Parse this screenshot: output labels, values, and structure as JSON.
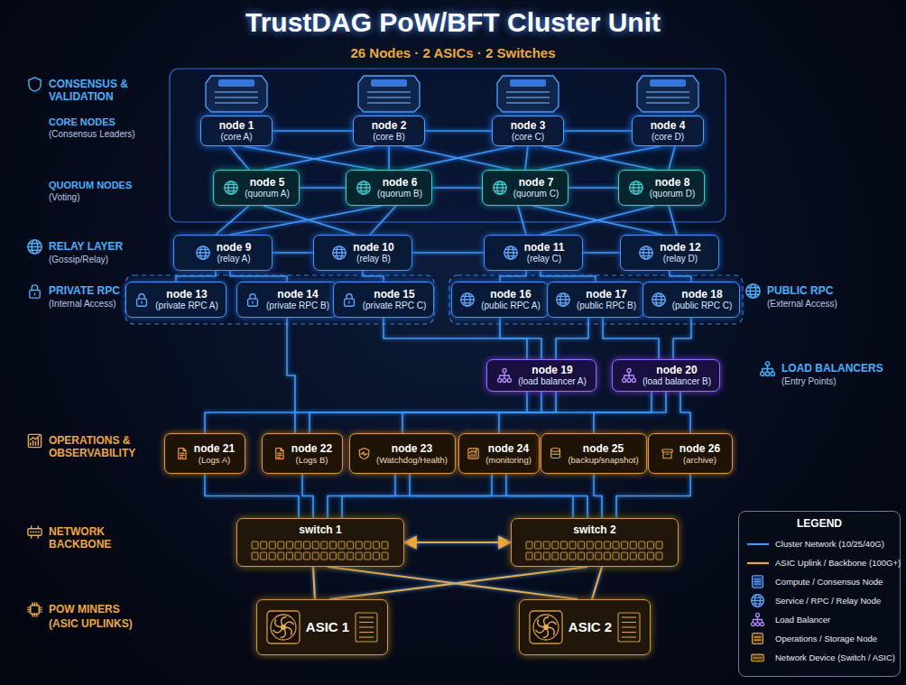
{
  "diagram": {
    "title": "TrustDAG PoW/BFT Cluster Unit",
    "nodes": [
      {
        "text": [
          "node 1",
          "(core A)"
        ]
      },
      {
        "text": [
          "node 2",
          "(core B)"
        ]
      },
      {
        "text": [
          "node 3",
          "(core C)"
        ]
      },
      {
        "text": [
          "node 4",
          "(core D)"
        ]
      },
      {
        "text": [
          "node 5",
          "(quorum A)"
        ]
      },
      {
        "text": [
          "node 6",
          "(quorum B)"
        ]
      },
      {
        "text": [
          "node 7",
          "(quorum C)"
        ]
      },
      {
        "text": [
          "node 8",
          "(quorum D)"
        ]
      },
      {
        "text": [
          "node 9",
          "(relay A)"
        ]
      },
      {
        "text": [
          "node 10",
          "(relay B)"
        ]
      },
      {
        "text": [
          "node 11",
          "(relay C)"
        ]
      },
      {
        "text": [
          "node 12",
          "(relay D)"
        ]
      },
      {
        "text": [
          "node 13",
          "(private RPC A)"
        ]
      },
      {
        "text": [
          "node 14",
          "(private RPC B)"
        ]
      },
      {
        "text": [
          "node 15",
          "(private RPC C)"
        ]
      },
      {
        "text": [
          "node 16",
          "(public RPC A)"
        ]
      },
      {
        "text": [
          "node 17",
          "(public RPC B)"
        ]
      },
      {
        "text": [
          "node 18",
          "(public RPC C)"
        ]
      },
      {
        "text": [
          "node 19",
          "(load balancer A)"
        ]
      },
      {
        "text": [
          "node 20",
          "(load balancer B)"
        ]
      },
      {
        "text": [
          "node 21",
          "(Logs A)"
        ]
      },
      {
        "text": [
          "node 22",
          "(Logs B)"
        ]
      },
      {
        "text": [
          "node 23",
          "(Watchdog/Health)"
        ]
      },
      {
        "text": [
          "node 24",
          "(monitoring)"
        ]
      },
      {
        "text": [
          "node 25",
          "(backup/snapshot)"
        ]
      },
      {
        "text": [
          "node 26",
          "(archive)"
        ]
      },
      {
        "text": [
          "switch 1"
        ]
      },
      {
        "text": [
          "switch 2"
        ]
      },
      {
        "text": [
          "ASIC 1"
        ]
      },
      {
        "text": [
          "ASIC 2"
        ]
      }
    ],
    "edges": [
      {
        "from": 0,
        "to": 1,
        "arrow": "none"
      },
      {
        "from": 1,
        "to": 2,
        "arrow": "none"
      },
      {
        "from": 2,
        "to": 3,
        "arrow": "none"
      },
      {
        "from": 0,
        "to": 4,
        "arrow": "none"
      },
      {
        "from": 0,
        "to": 5,
        "arrow": "none"
      },
      {
        "from": 1,
        "to": 4,
        "arrow": "none"
      },
      {
        "from": 1,
        "to": 5,
        "arrow": "none"
      },
      {
        "from": 1,
        "to": 6,
        "arrow": "none"
      },
      {
        "from": 2,
        "to": 5,
        "arrow": "none"
      },
      {
        "from": 2,
        "to": 6,
        "arrow": "none"
      },
      {
        "from": 2,
        "to": 7,
        "arrow": "none"
      },
      {
        "from": 3,
        "to": 6,
        "arrow": "none"
      },
      {
        "from": 3,
        "to": 7,
        "arrow": "none"
      },
      {
        "from": 4,
        "to": 5,
        "arrow": "none"
      },
      {
        "from": 5,
        "to": 6,
        "arrow": "none"
      },
      {
        "from": 6,
        "to": 7,
        "arrow": "none"
      },
      {
        "from": 4,
        "to": 8,
        "arrow": "none"
      },
      {
        "from": 4,
        "to": 9,
        "arrow": "none"
      },
      {
        "from": 5,
        "to": 8,
        "arrow": "none"
      },
      {
        "from": 5,
        "to": 9,
        "arrow": "none"
      },
      {
        "from": 6,
        "to": 10,
        "arrow": "none"
      },
      {
        "from": 6,
        "to": 11,
        "arrow": "none"
      },
      {
        "from": 7,
        "to": 10,
        "arrow": "none"
      },
      {
        "from": 7,
        "to": 11,
        "arrow": "none"
      },
      {
        "from": 8,
        "to": 9,
        "arrow": "none"
      },
      {
        "from": 9,
        "to": 10,
        "arrow": "none"
      },
      {
        "from": 10,
        "to": 11,
        "arrow": "none"
      },
      {
        "from": 8,
        "to": 12,
        "arrow": "none"
      },
      {
        "from": 8,
        "to": 13,
        "arrow": "none"
      },
      {
        "from": 9,
        "to": 14,
        "arrow": "none"
      },
      {
        "from": 10,
        "to": 15,
        "arrow": "none"
      },
      {
        "from": 10,
        "to": 16,
        "arrow": "none"
      },
      {
        "from": 11,
        "to": 17,
        "arrow": "none"
      },
      {
        "from": 15,
        "to": 18,
        "arrow": "none"
      },
      {
        "from": 16,
        "to": 18,
        "arrow": "none"
      },
      {
        "from": 16,
        "to": 19,
        "arrow": "none"
      },
      {
        "from": 17,
        "to": 19,
        "arrow": "none"
      },
      {
        "from": 14,
        "to": 18,
        "arrow": "none"
      },
      {
        "from": 18,
        "to": 20,
        "arrow": "none"
      },
      {
        "from": 18,
        "to": 21,
        "arrow": "none"
      },
      {
        "from": 18,
        "to": 22,
        "arrow": "none"
      },
      {
        "from": 19,
        "to": 23,
        "arrow": "none"
      },
      {
        "from": 19,
        "to": 24,
        "arrow": "none"
      },
      {
        "from": 19,
        "to": 25,
        "arrow": "none"
      },
      {
        "from": 13,
        "to": 21,
        "arrow": "none"
      },
      {
        "from": 20,
        "to": 26,
        "arrow": "none"
      },
      {
        "from": 21,
        "to": 26,
        "arrow": "none"
      },
      {
        "from": 22,
        "to": 26,
        "arrow": "none"
      },
      {
        "from": 22,
        "to": 27,
        "arrow": "none"
      },
      {
        "from": 23,
        "to": 26,
        "arrow": "none"
      },
      {
        "from": 23,
        "to": 27,
        "arrow": "none"
      },
      {
        "from": 24,
        "to": 27,
        "arrow": "none"
      },
      {
        "from": 25,
        "to": 27,
        "arrow": "none"
      },
      {
        "from": 26,
        "to": 27,
        "arrow": "both"
      },
      {
        "from": 26,
        "to": 28,
        "arrow": "none"
      },
      {
        "from": 26,
        "to": 29,
        "arrow": "none"
      },
      {
        "from": 27,
        "to": 28,
        "arrow": "none"
      },
      {
        "from": 27,
        "to": 29,
        "arrow": "none"
      }
    ],
    "labels": [
      "26 Nodes · 2 ASICs · 2 Switches",
      "CONSENSUS & VALIDATION",
      "CORE NODES",
      "(Consensus Leaders)",
      "QUORUM NODES",
      "(Voting)",
      "RELAY LAYER",
      "(Gossip/Relay)",
      "PRIVATE RPC",
      "(Internal Access)",
      "PUBLIC RPC",
      "(External Access)",
      "LOAD BALANCERS",
      "(Entry Points)",
      "OPERATIONS & OBSERVABILITY",
      "NETWORK BACKBONE",
      "POW MINERS",
      "(ASIC UPLINKS)",
      "LEGEND"
    ],
    "legend": [
      {
        "text": "Cluster Network (10/25/40G)"
      },
      {
        "text": "ASIC Uplink / Backbone (100G+)"
      },
      {
        "text": "Compute / Consensus Node"
      },
      {
        "text": "Service / RPC / Relay Node"
      },
      {
        "text": "Load Balancer"
      },
      {
        "text": "Operations / Storage Node"
      },
      {
        "text": "Network Device (Switch / ASIC)"
      }
    ]
  }
}
